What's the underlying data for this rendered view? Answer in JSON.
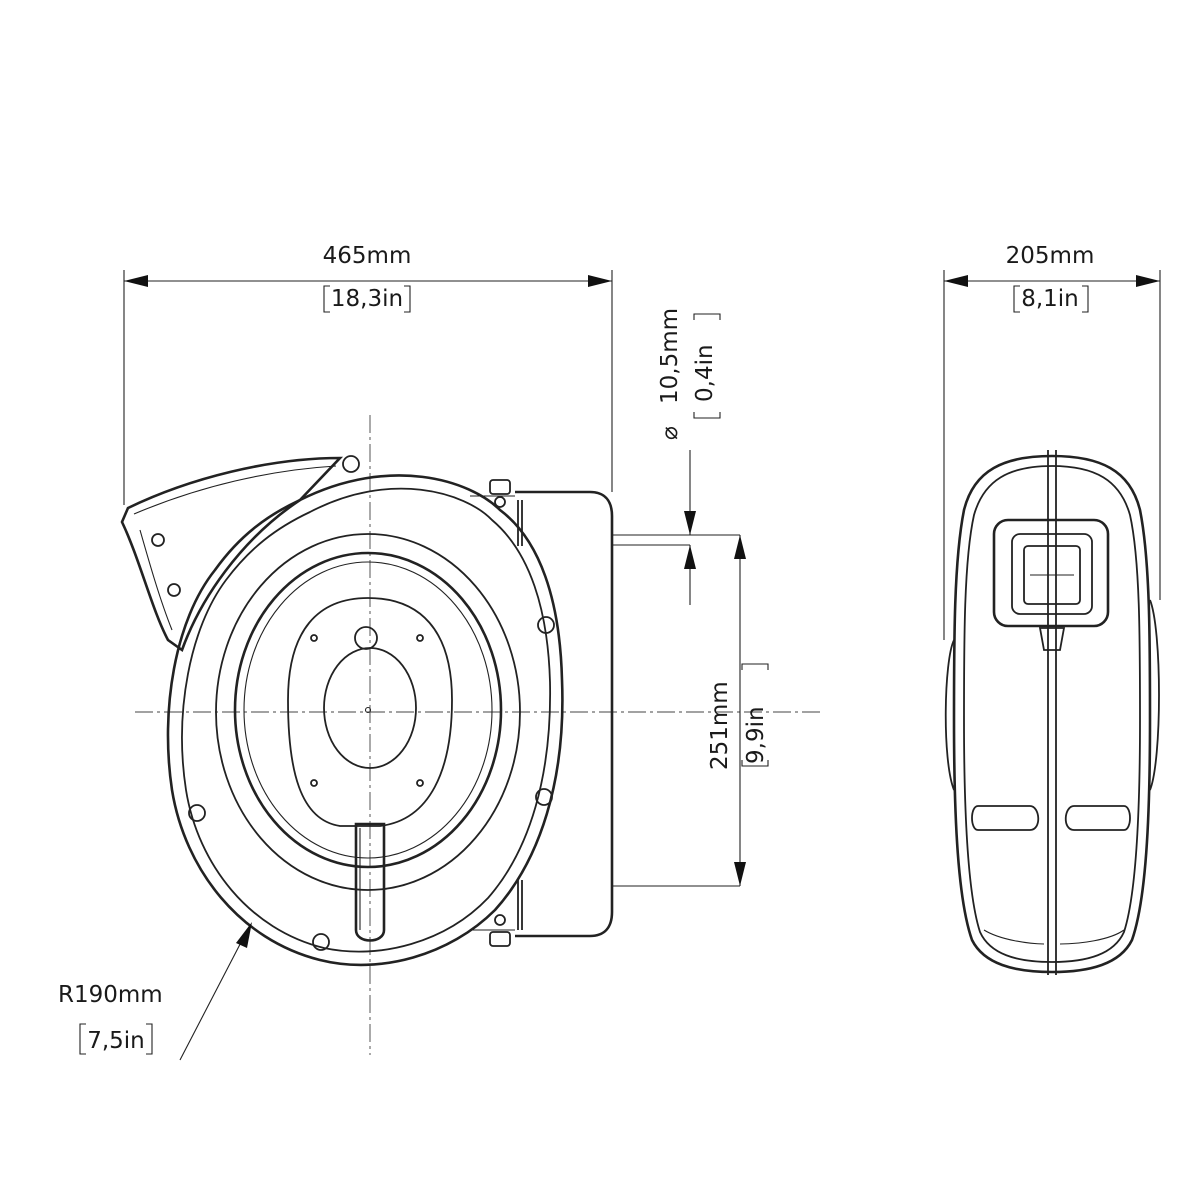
{
  "dimensions": {
    "width": {
      "primary": "465mm",
      "secondary": "18,3in"
    },
    "depth": {
      "primary": "205mm",
      "secondary": "8,1in"
    },
    "hole": {
      "symbol": "⌀",
      "primary": "10,5mm",
      "secondary": "0,4in"
    },
    "spacing": {
      "primary": "251mm",
      "secondary": "9,9in"
    },
    "radius": {
      "primary": "R190mm",
      "secondary": "7,5in"
    }
  }
}
